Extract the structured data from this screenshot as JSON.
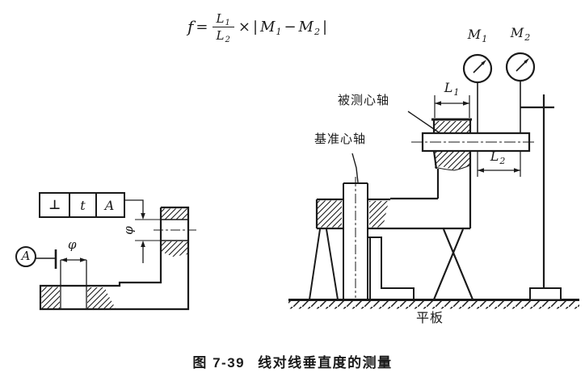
{
  "colors": {
    "ink": "#1a1a1a",
    "background": "#ffffff"
  },
  "formula": {
    "lhs": "f",
    "eq": "=",
    "num_base": "L",
    "num_sub": "1",
    "den_base": "L",
    "den_sub": "2",
    "times": "×",
    "abs_open": "|",
    "m1_base": "M",
    "m1_sub": "1",
    "minus": "−",
    "m2_base": "M",
    "m2_sub": "2",
    "abs_close": "|"
  },
  "left_view": {
    "frame": {
      "perp_symbol": "⊥",
      "tolerance": "t",
      "datum_ref": "A"
    },
    "datum_circle": "A",
    "phi_vertical_hole": "φ",
    "phi_horizontal_hole": "φ"
  },
  "right_view": {
    "m1": {
      "base": "M",
      "sub": "1"
    },
    "m2": {
      "base": "M",
      "sub": "2"
    },
    "l1": {
      "base": "L",
      "sub": "1"
    },
    "l2": {
      "base": "L",
      "sub": "2"
    },
    "measured_mandrel": "被测心轴",
    "datum_mandrel": "基准心轴",
    "plate": "平板"
  },
  "caption": {
    "fig_no": "图 7-39",
    "title": "线对线垂直度的测量"
  }
}
